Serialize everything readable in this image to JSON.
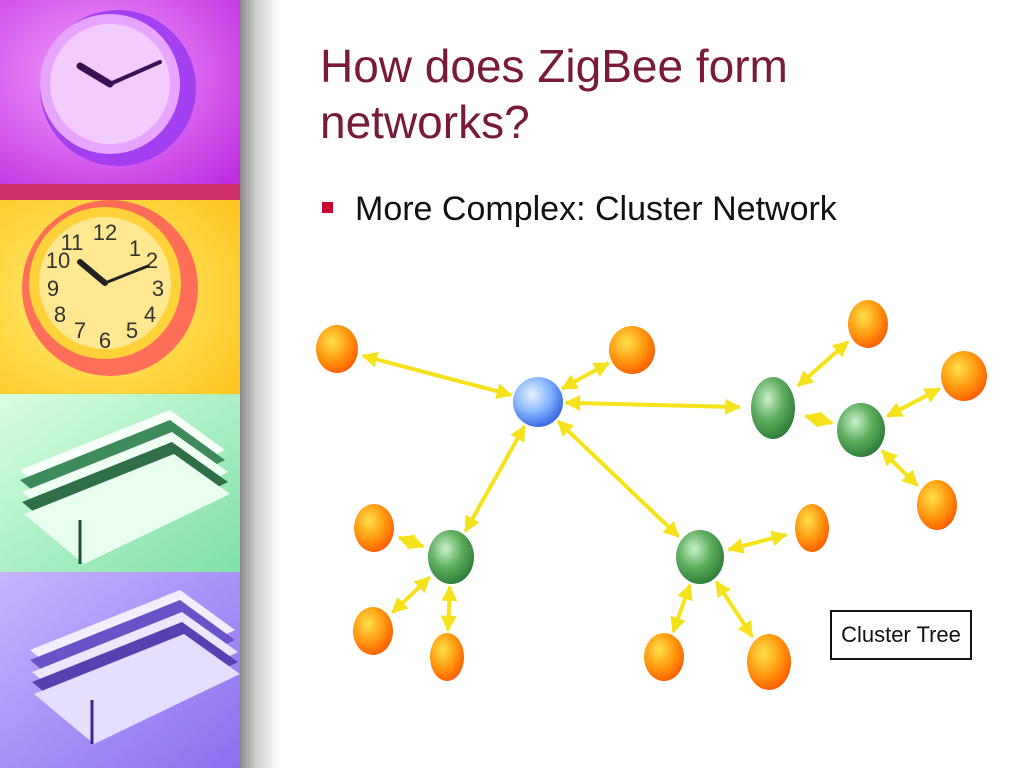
{
  "slide": {
    "title": "How does ZigBee form networks?",
    "bullet": "More Complex: Cluster Network"
  },
  "diagram": {
    "legend_label": "Cluster Tree",
    "node_types": {
      "coordinator": {
        "color": "#4a7ff0"
      },
      "router": {
        "color": "#2e8b3a"
      },
      "end_device": {
        "color": "#ff7a00"
      }
    },
    "link_color": "#f5e21a",
    "nodes": [
      {
        "id": "coordinator",
        "type": "coordinator"
      },
      {
        "id": "router-right-1",
        "type": "router"
      },
      {
        "id": "router-right-2",
        "type": "router"
      },
      {
        "id": "router-left",
        "type": "router"
      },
      {
        "id": "router-middle",
        "type": "router"
      },
      {
        "id": "end-1",
        "type": "end_device"
      },
      {
        "id": "end-2",
        "type": "end_device"
      },
      {
        "id": "end-3",
        "type": "end_device"
      },
      {
        "id": "end-4",
        "type": "end_device"
      },
      {
        "id": "end-5",
        "type": "end_device"
      },
      {
        "id": "end-6",
        "type": "end_device"
      },
      {
        "id": "end-7",
        "type": "end_device"
      },
      {
        "id": "end-8",
        "type": "end_device"
      },
      {
        "id": "end-9",
        "type": "end_device"
      },
      {
        "id": "end-10",
        "type": "end_device"
      },
      {
        "id": "end-11",
        "type": "end_device"
      },
      {
        "id": "end-12",
        "type": "end_device"
      },
      {
        "id": "end-13",
        "type": "end_device"
      }
    ],
    "links": [
      [
        "coordinator",
        "end-1"
      ],
      [
        "coordinator",
        "end-2"
      ],
      [
        "coordinator",
        "router-right-1"
      ],
      [
        "coordinator",
        "router-left"
      ],
      [
        "coordinator",
        "router-middle"
      ],
      [
        "router-right-1",
        "end-3"
      ],
      [
        "router-right-1",
        "router-right-2"
      ],
      [
        "router-right-2",
        "end-4"
      ],
      [
        "router-right-2",
        "end-5"
      ],
      [
        "router-left",
        "end-6"
      ],
      [
        "router-left",
        "end-7"
      ],
      [
        "router-left",
        "end-8"
      ],
      [
        "router-middle",
        "end-9"
      ],
      [
        "router-middle",
        "end-10"
      ],
      [
        "router-middle",
        "end-11"
      ]
    ]
  }
}
